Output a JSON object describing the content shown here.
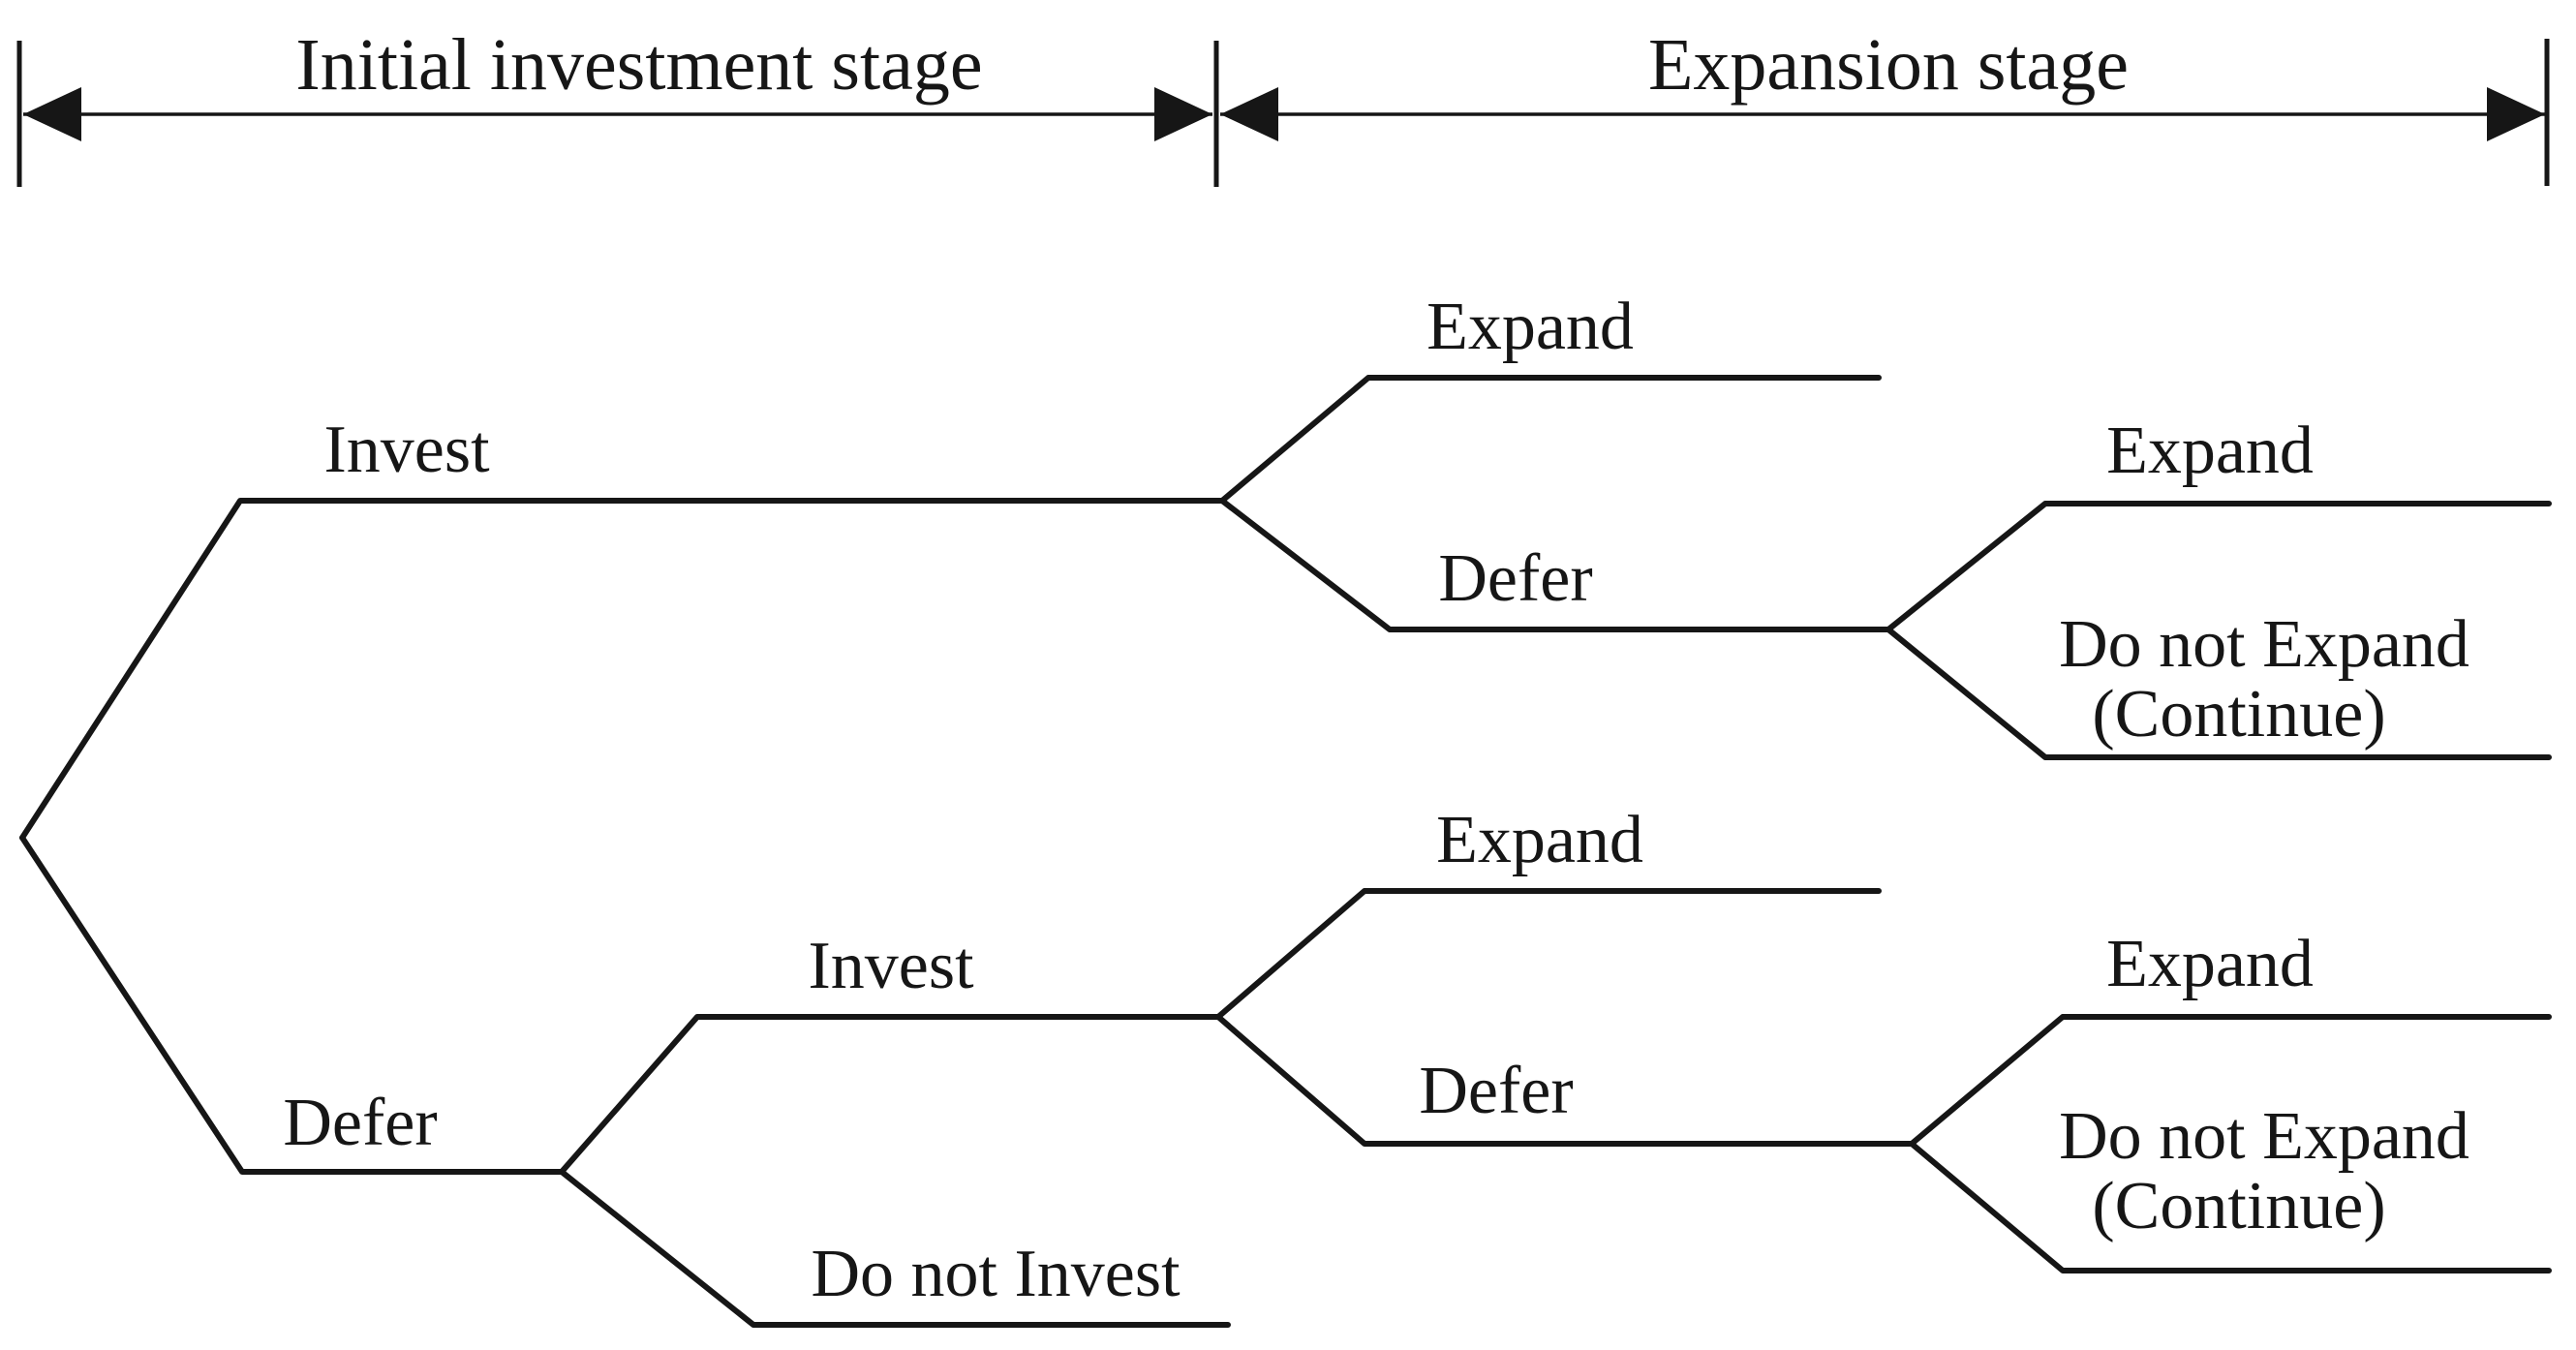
{
  "stages": {
    "initial": {
      "label": "Initial investment stage"
    },
    "expansion": {
      "label": "Expansion stage"
    }
  },
  "tree": {
    "invest": {
      "label": "Invest",
      "children": {
        "expand": {
          "label": "Expand"
        },
        "defer": {
          "label": "Defer",
          "children": {
            "expand": {
              "label": "Expand"
            },
            "do_not_expand": {
              "label": "Do not Expand",
              "sublabel": "(Continue)"
            }
          }
        }
      }
    },
    "defer": {
      "label": "Defer",
      "children": {
        "invest": {
          "label": "Invest",
          "children": {
            "expand": {
              "label": "Expand"
            },
            "defer": {
              "label": "Defer",
              "children": {
                "expand": {
                  "label": "Expand"
                },
                "do_not_expand": {
                  "label": "Do not Expand",
                  "sublabel": "(Continue)"
                }
              }
            }
          }
        },
        "do_not_invest": {
          "label": "Do not Invest"
        }
      }
    }
  },
  "colors": {
    "line": "#161616",
    "text": "#161616",
    "background": "#ffffff"
  }
}
